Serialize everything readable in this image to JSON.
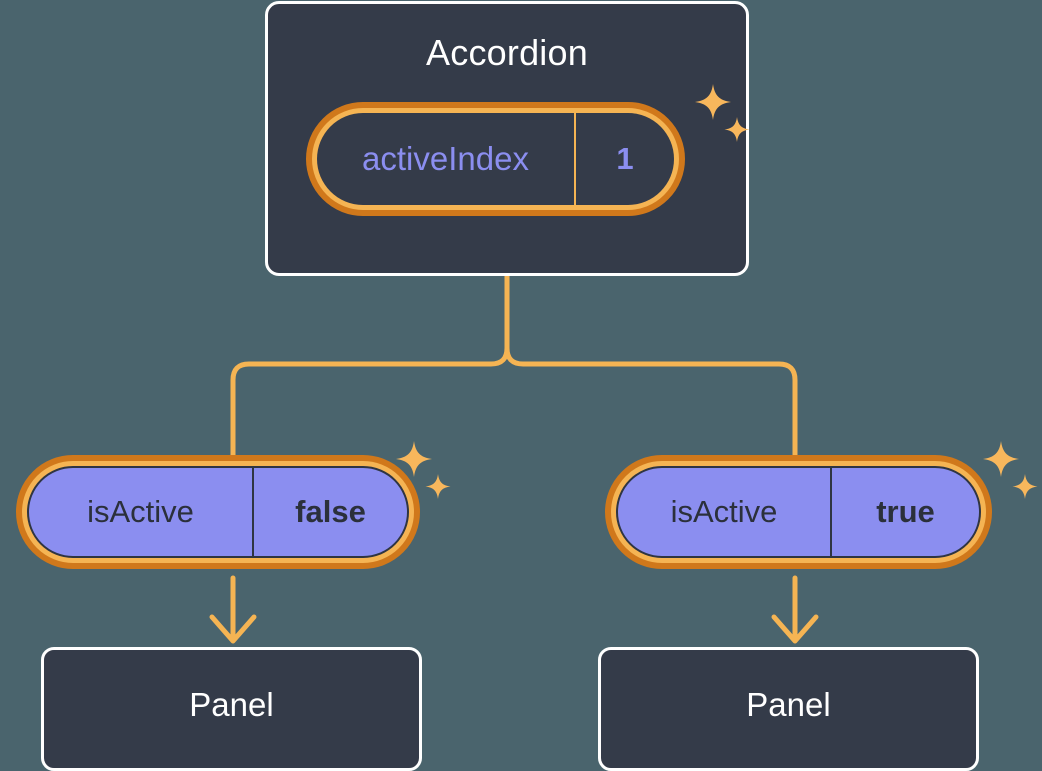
{
  "theme": {
    "background": "#4a646d",
    "card_fill": "#343b49",
    "card_border": "#ffffff",
    "pill_ring_outer": "#d0781b",
    "pill_ring_inner": "#f5b453",
    "pill_fill_child": "#8b8ef0",
    "accent_text": "#8b8ef0",
    "connector": "#f5b453",
    "sparkle": "#f8b75c",
    "text_dark": "#2b303b",
    "text_light": "#ffffff"
  },
  "root": {
    "title": "Accordion",
    "state": {
      "key": "activeIndex",
      "value": "1"
    }
  },
  "branches": [
    {
      "state": {
        "key": "isActive",
        "value": "false"
      },
      "child": {
        "title": "Panel"
      }
    },
    {
      "state": {
        "key": "isActive",
        "value": "true"
      },
      "child": {
        "title": "Panel"
      }
    }
  ]
}
